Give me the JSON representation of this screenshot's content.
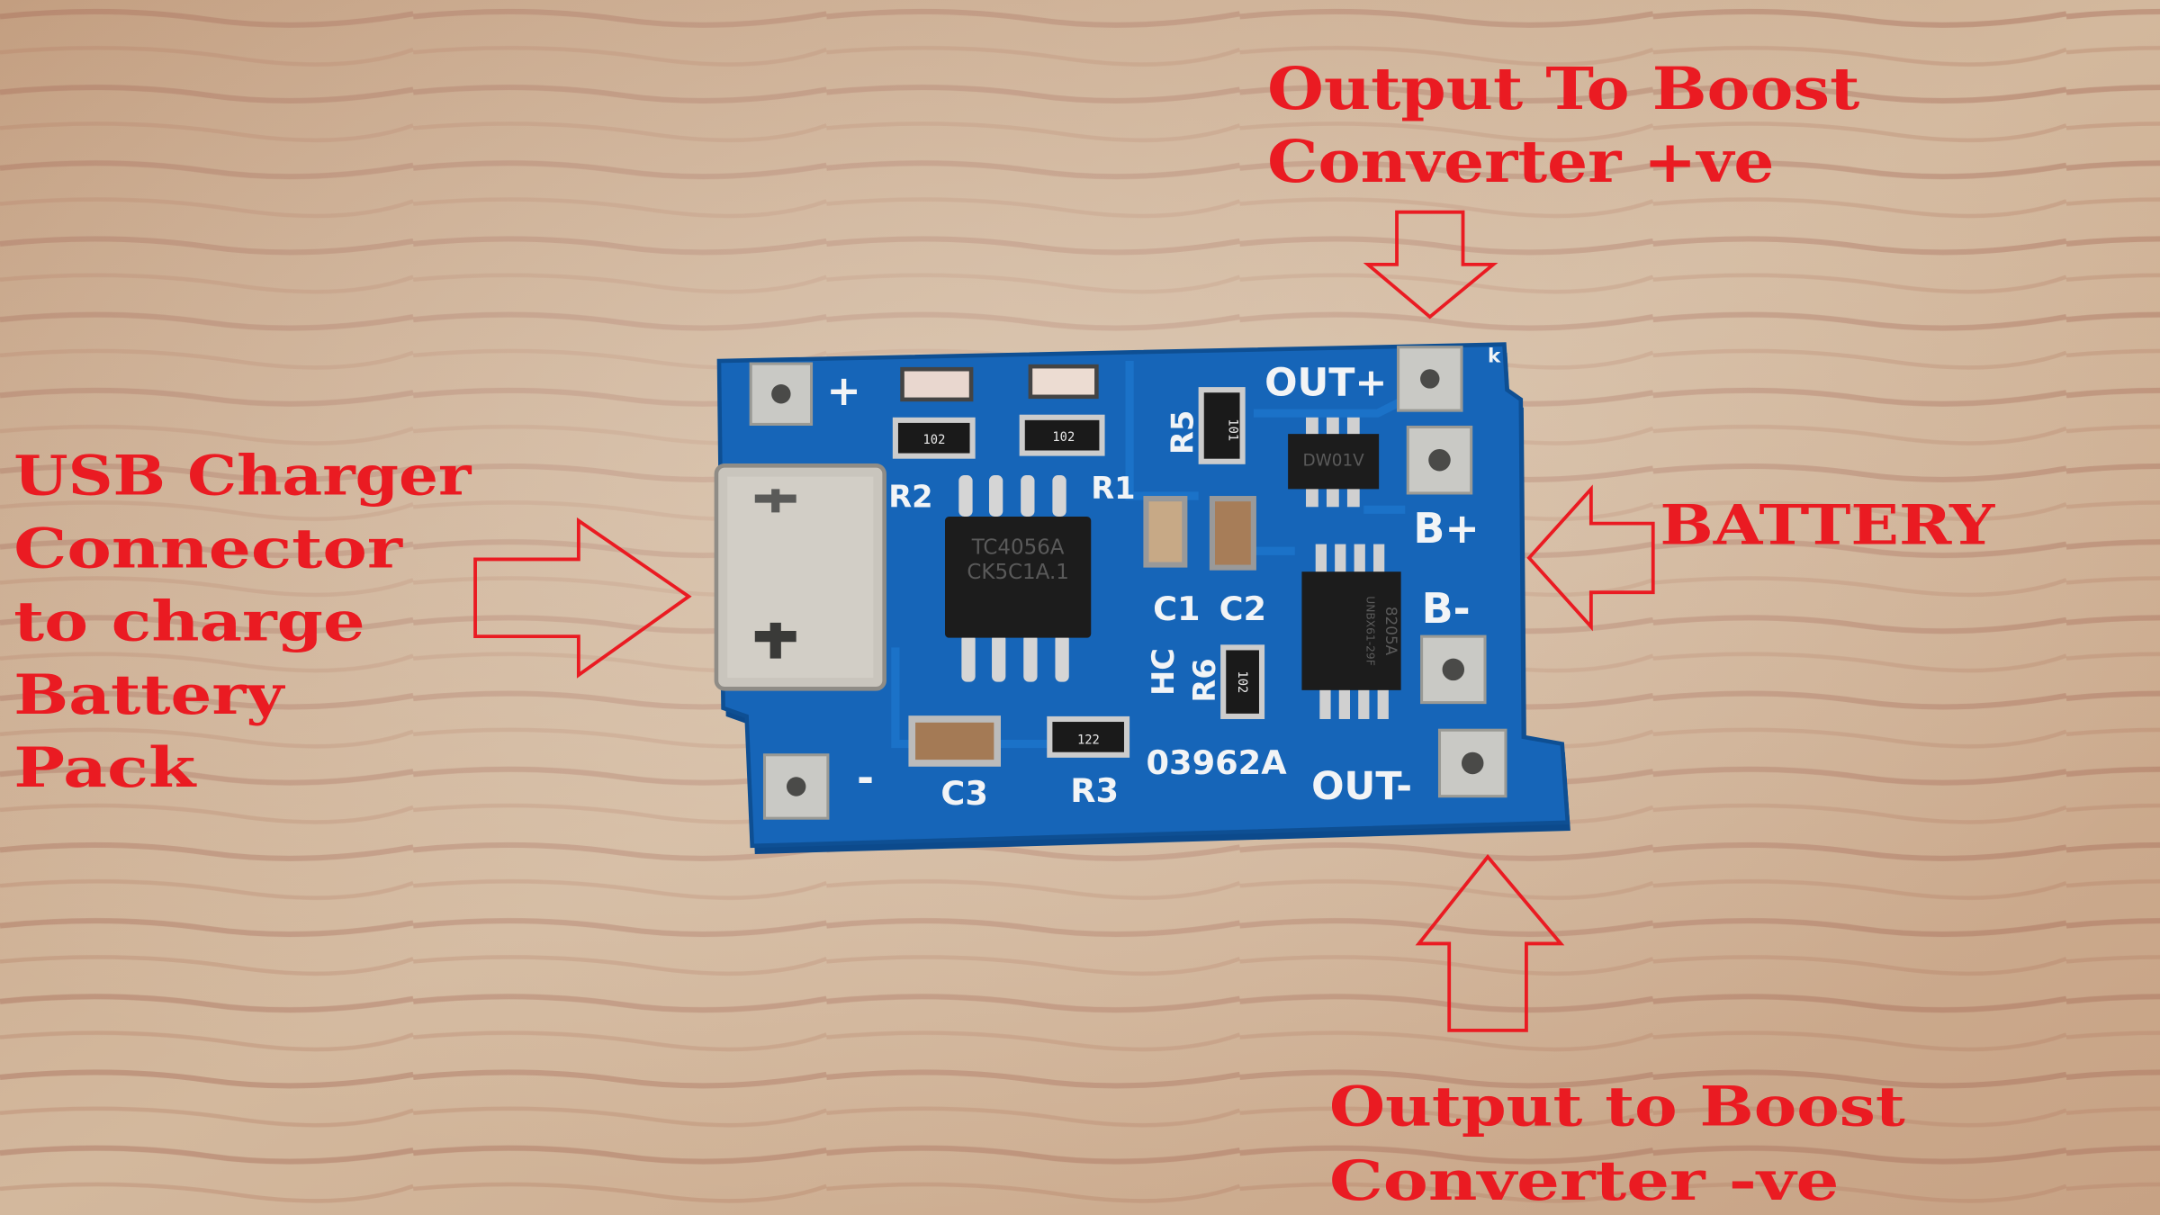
{
  "annotations": {
    "top": {
      "line1": "Output To Boost",
      "line2": "Converter +ve"
    },
    "left": {
      "lines": [
        "USB Charger",
        "Connector",
        "to charge",
        "Battery",
        "Pack"
      ]
    },
    "right": {
      "label": "BATTERY"
    },
    "bottom": {
      "line1": "Output to Boost",
      "line2": "Converter  -ve"
    },
    "color": "#ea1b22"
  },
  "board": {
    "color": "#1665b8",
    "silkscreen": {
      "out_plus": "OUT+",
      "b_plus": "B+",
      "b_minus": "B-",
      "out_minus": "OUT-",
      "plus": "+",
      "minus": "-",
      "k": "k",
      "r1": "R1",
      "r2": "R2",
      "r3": "R3",
      "r5": "R5",
      "r6": "R6",
      "c1": "C1",
      "c2": "C2",
      "c3": "C3",
      "hc": "HC",
      "board_code": "03962A"
    },
    "chips": {
      "charger_line1": "TC4056A",
      "charger_line2": "CK5C1A.1",
      "protector": "DW01V",
      "mosfet_line1": "8205A",
      "mosfet_line2": "UNBX61-29F"
    },
    "resistor_codes": {
      "r2": "102",
      "r1": "102",
      "r5": "101",
      "r6": "102",
      "r3": "122"
    }
  }
}
